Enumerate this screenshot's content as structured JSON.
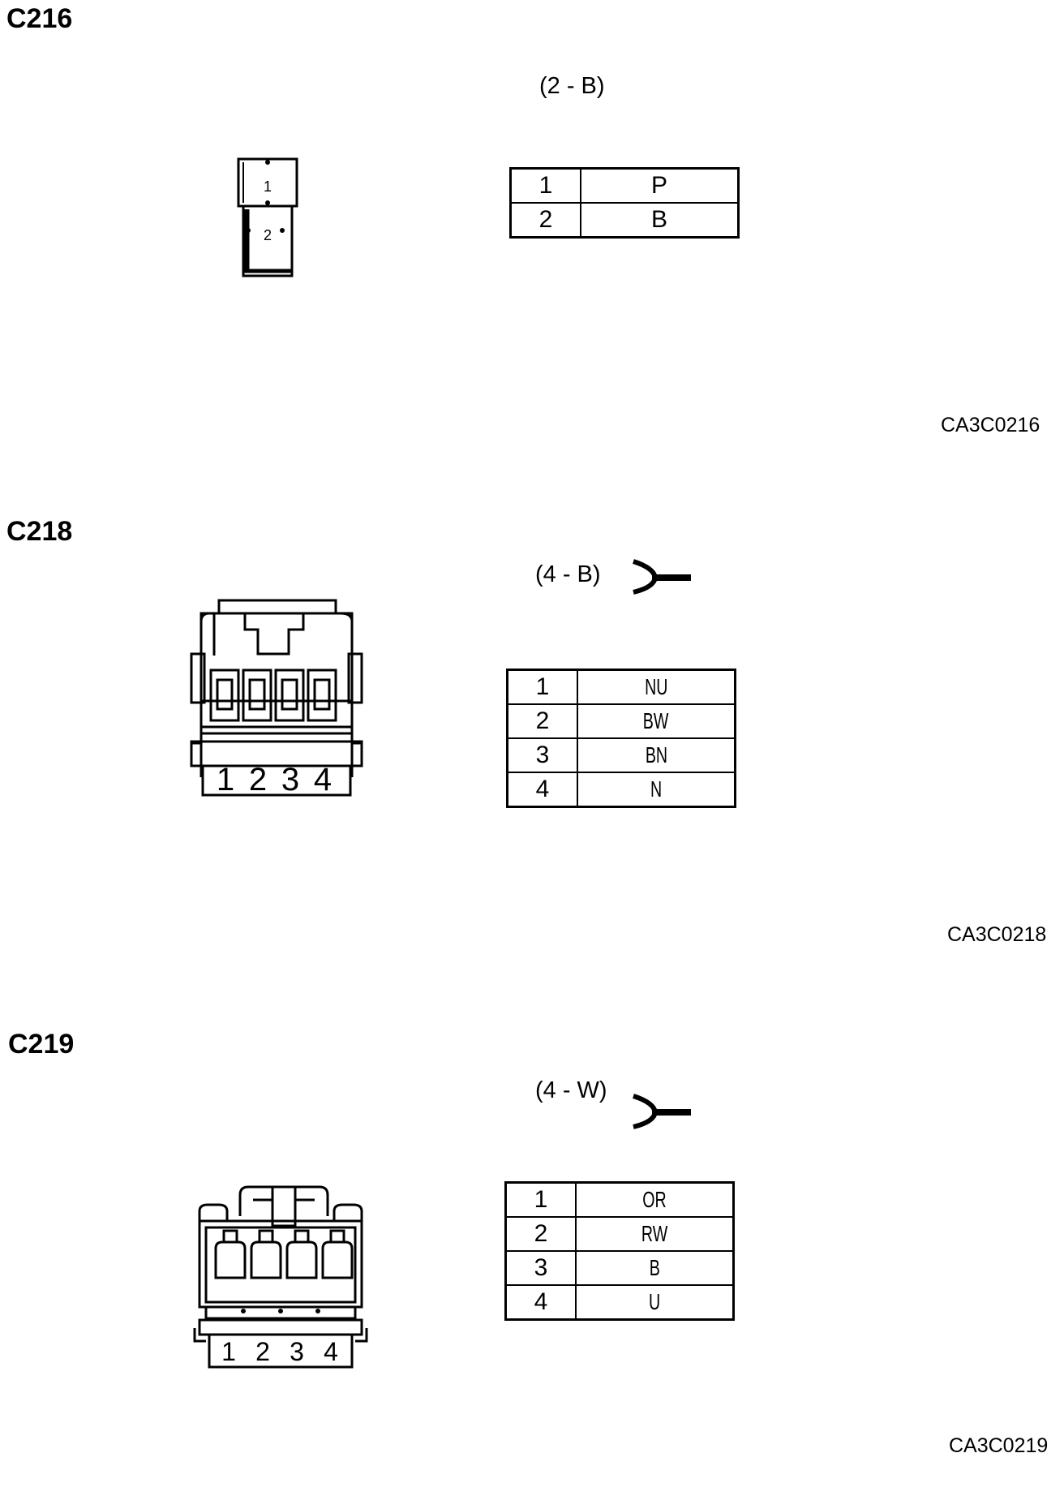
{
  "connectors": [
    {
      "id": "C216",
      "spec": "(2 - B)",
      "ref_code": "CA3C0216",
      "face_labels": [
        "1",
        "2"
      ],
      "pins": [
        {
          "pin": "1",
          "color": "P"
        },
        {
          "pin": "2",
          "color": "B"
        }
      ]
    },
    {
      "id": "C218",
      "spec": "(4 - B)",
      "ref_code": "CA3C0218",
      "face_labels": [
        "1",
        "2",
        "3",
        "4"
      ],
      "pins": [
        {
          "pin": "1",
          "color": "NU"
        },
        {
          "pin": "2",
          "color": "BW"
        },
        {
          "pin": "3",
          "color": "BN"
        },
        {
          "pin": "4",
          "color": "N"
        }
      ]
    },
    {
      "id": "C219",
      "spec": "(4 - W)",
      "ref_code": "CA3C0219",
      "face_labels": [
        "1",
        "2",
        "3",
        "4"
      ],
      "pins": [
        {
          "pin": "1",
          "color": "OR"
        },
        {
          "pin": "2",
          "color": "RW"
        },
        {
          "pin": "3",
          "color": "B"
        },
        {
          "pin": "4",
          "color": "U"
        }
      ]
    }
  ]
}
